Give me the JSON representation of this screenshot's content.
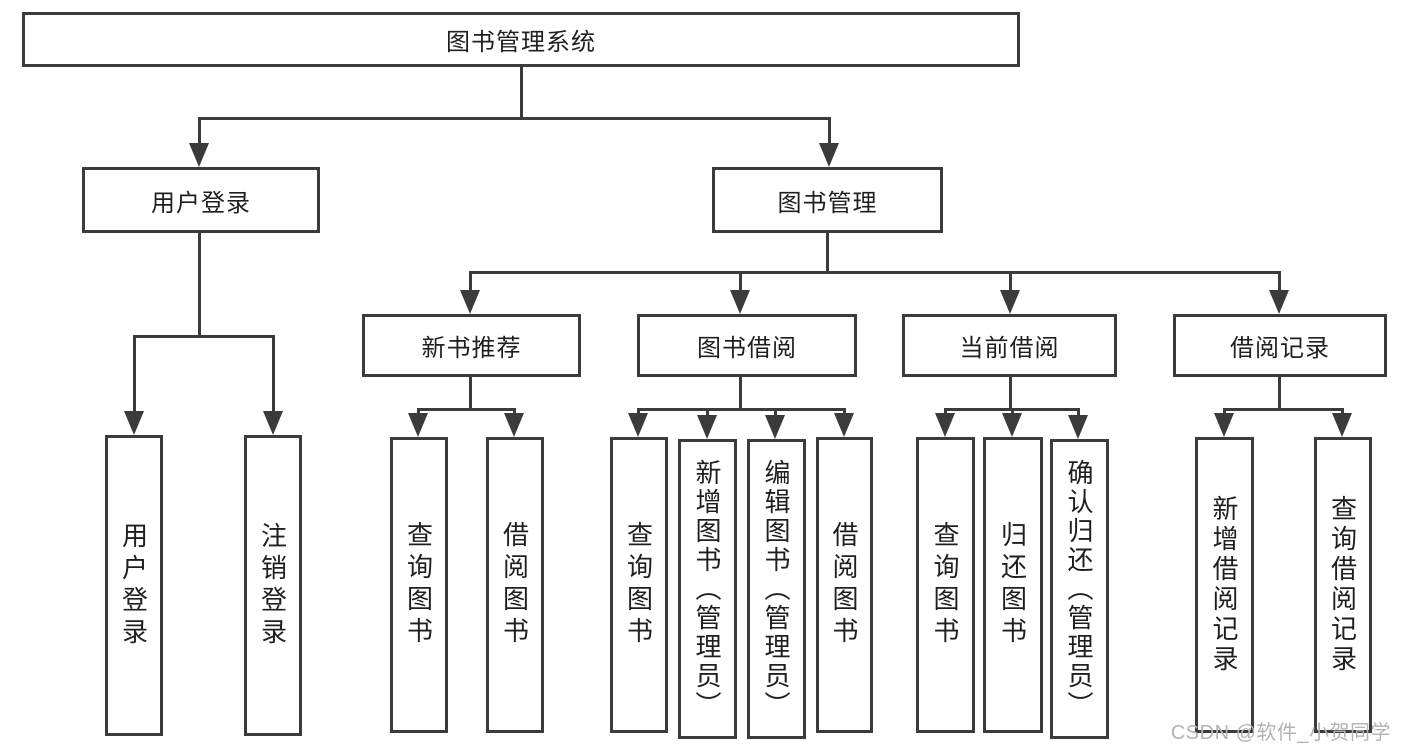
{
  "tree": {
    "root": {
      "label": "图书管理系统"
    },
    "branches": [
      {
        "label": "用户登录",
        "children": [
          {
            "label": "用户登录"
          },
          {
            "label": "注销登录"
          }
        ]
      },
      {
        "label": "图书管理",
        "children": [
          {
            "label": "新书推荐",
            "children": [
              {
                "label": "查询图书"
              },
              {
                "label": "借阅图书"
              }
            ]
          },
          {
            "label": "图书借阅",
            "children": [
              {
                "label": "查询图书"
              },
              {
                "label": "新增图书（管理员）"
              },
              {
                "label": "编辑图书（管理员）"
              },
              {
                "label": "借阅图书"
              }
            ]
          },
          {
            "label": "当前借阅",
            "children": [
              {
                "label": "查询图书"
              },
              {
                "label": "归还图书"
              },
              {
                "label": "确认归还（管理员）"
              }
            ]
          },
          {
            "label": "借阅记录",
            "children": [
              {
                "label": "新增借阅记录"
              },
              {
                "label": "查询借阅记录"
              }
            ]
          }
        ]
      }
    ]
  },
  "watermark": {
    "text": "CSDN @软件_小贺同学"
  },
  "colors": {
    "line": "#3b3b3b",
    "text": "#1f1f1f",
    "bg": "#ffffff",
    "wm": "#b3b3b3"
  }
}
